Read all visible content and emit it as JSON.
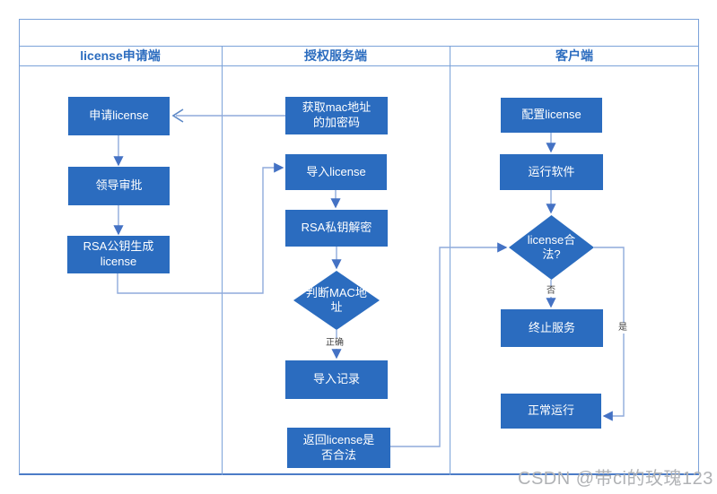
{
  "lanes": [
    {
      "label": "license申请端"
    },
    {
      "label": "授权服务端"
    },
    {
      "label": "客户端"
    }
  ],
  "nodes": {
    "apply_license": {
      "text": "申请license",
      "type": "process"
    },
    "leader_approval": {
      "text": "领导审批",
      "type": "process"
    },
    "rsa_generate": {
      "text": "RSA公钥生成\nlicense",
      "type": "process"
    },
    "get_mac": {
      "text": "获取mac地址\n的加密码",
      "type": "process"
    },
    "import_license": {
      "text": "导入license",
      "type": "process"
    },
    "rsa_decrypt": {
      "text": "RSA私钥解密",
      "type": "process"
    },
    "check_mac": {
      "text": "判断MAC地\n址",
      "type": "decision"
    },
    "import_record": {
      "text": "导入记录",
      "type": "process"
    },
    "return_valid": {
      "text": "返回license是\n否合法",
      "type": "process"
    },
    "config_license": {
      "text": "配置license",
      "type": "process"
    },
    "run_software": {
      "text": "运行软件",
      "type": "process"
    },
    "license_valid": {
      "text": "license合\n法?",
      "type": "decision"
    },
    "stop_service": {
      "text": "终止服务",
      "type": "process"
    },
    "normal_run": {
      "text": "正常运行",
      "type": "process"
    }
  },
  "edge_labels": {
    "correct": "正确",
    "no": "否",
    "yes": "是"
  },
  "watermark": "CSDN @带ci的玫瑰123",
  "colors": {
    "node_fill": "#2b6cbf",
    "connector": "#8faadc",
    "arrowhead": "#4472c4",
    "frame": "#7ba2d9",
    "frame_bottom": "#4c7cc7",
    "header_text": "#2b6cbf",
    "watermark": "#b0b2b5"
  }
}
